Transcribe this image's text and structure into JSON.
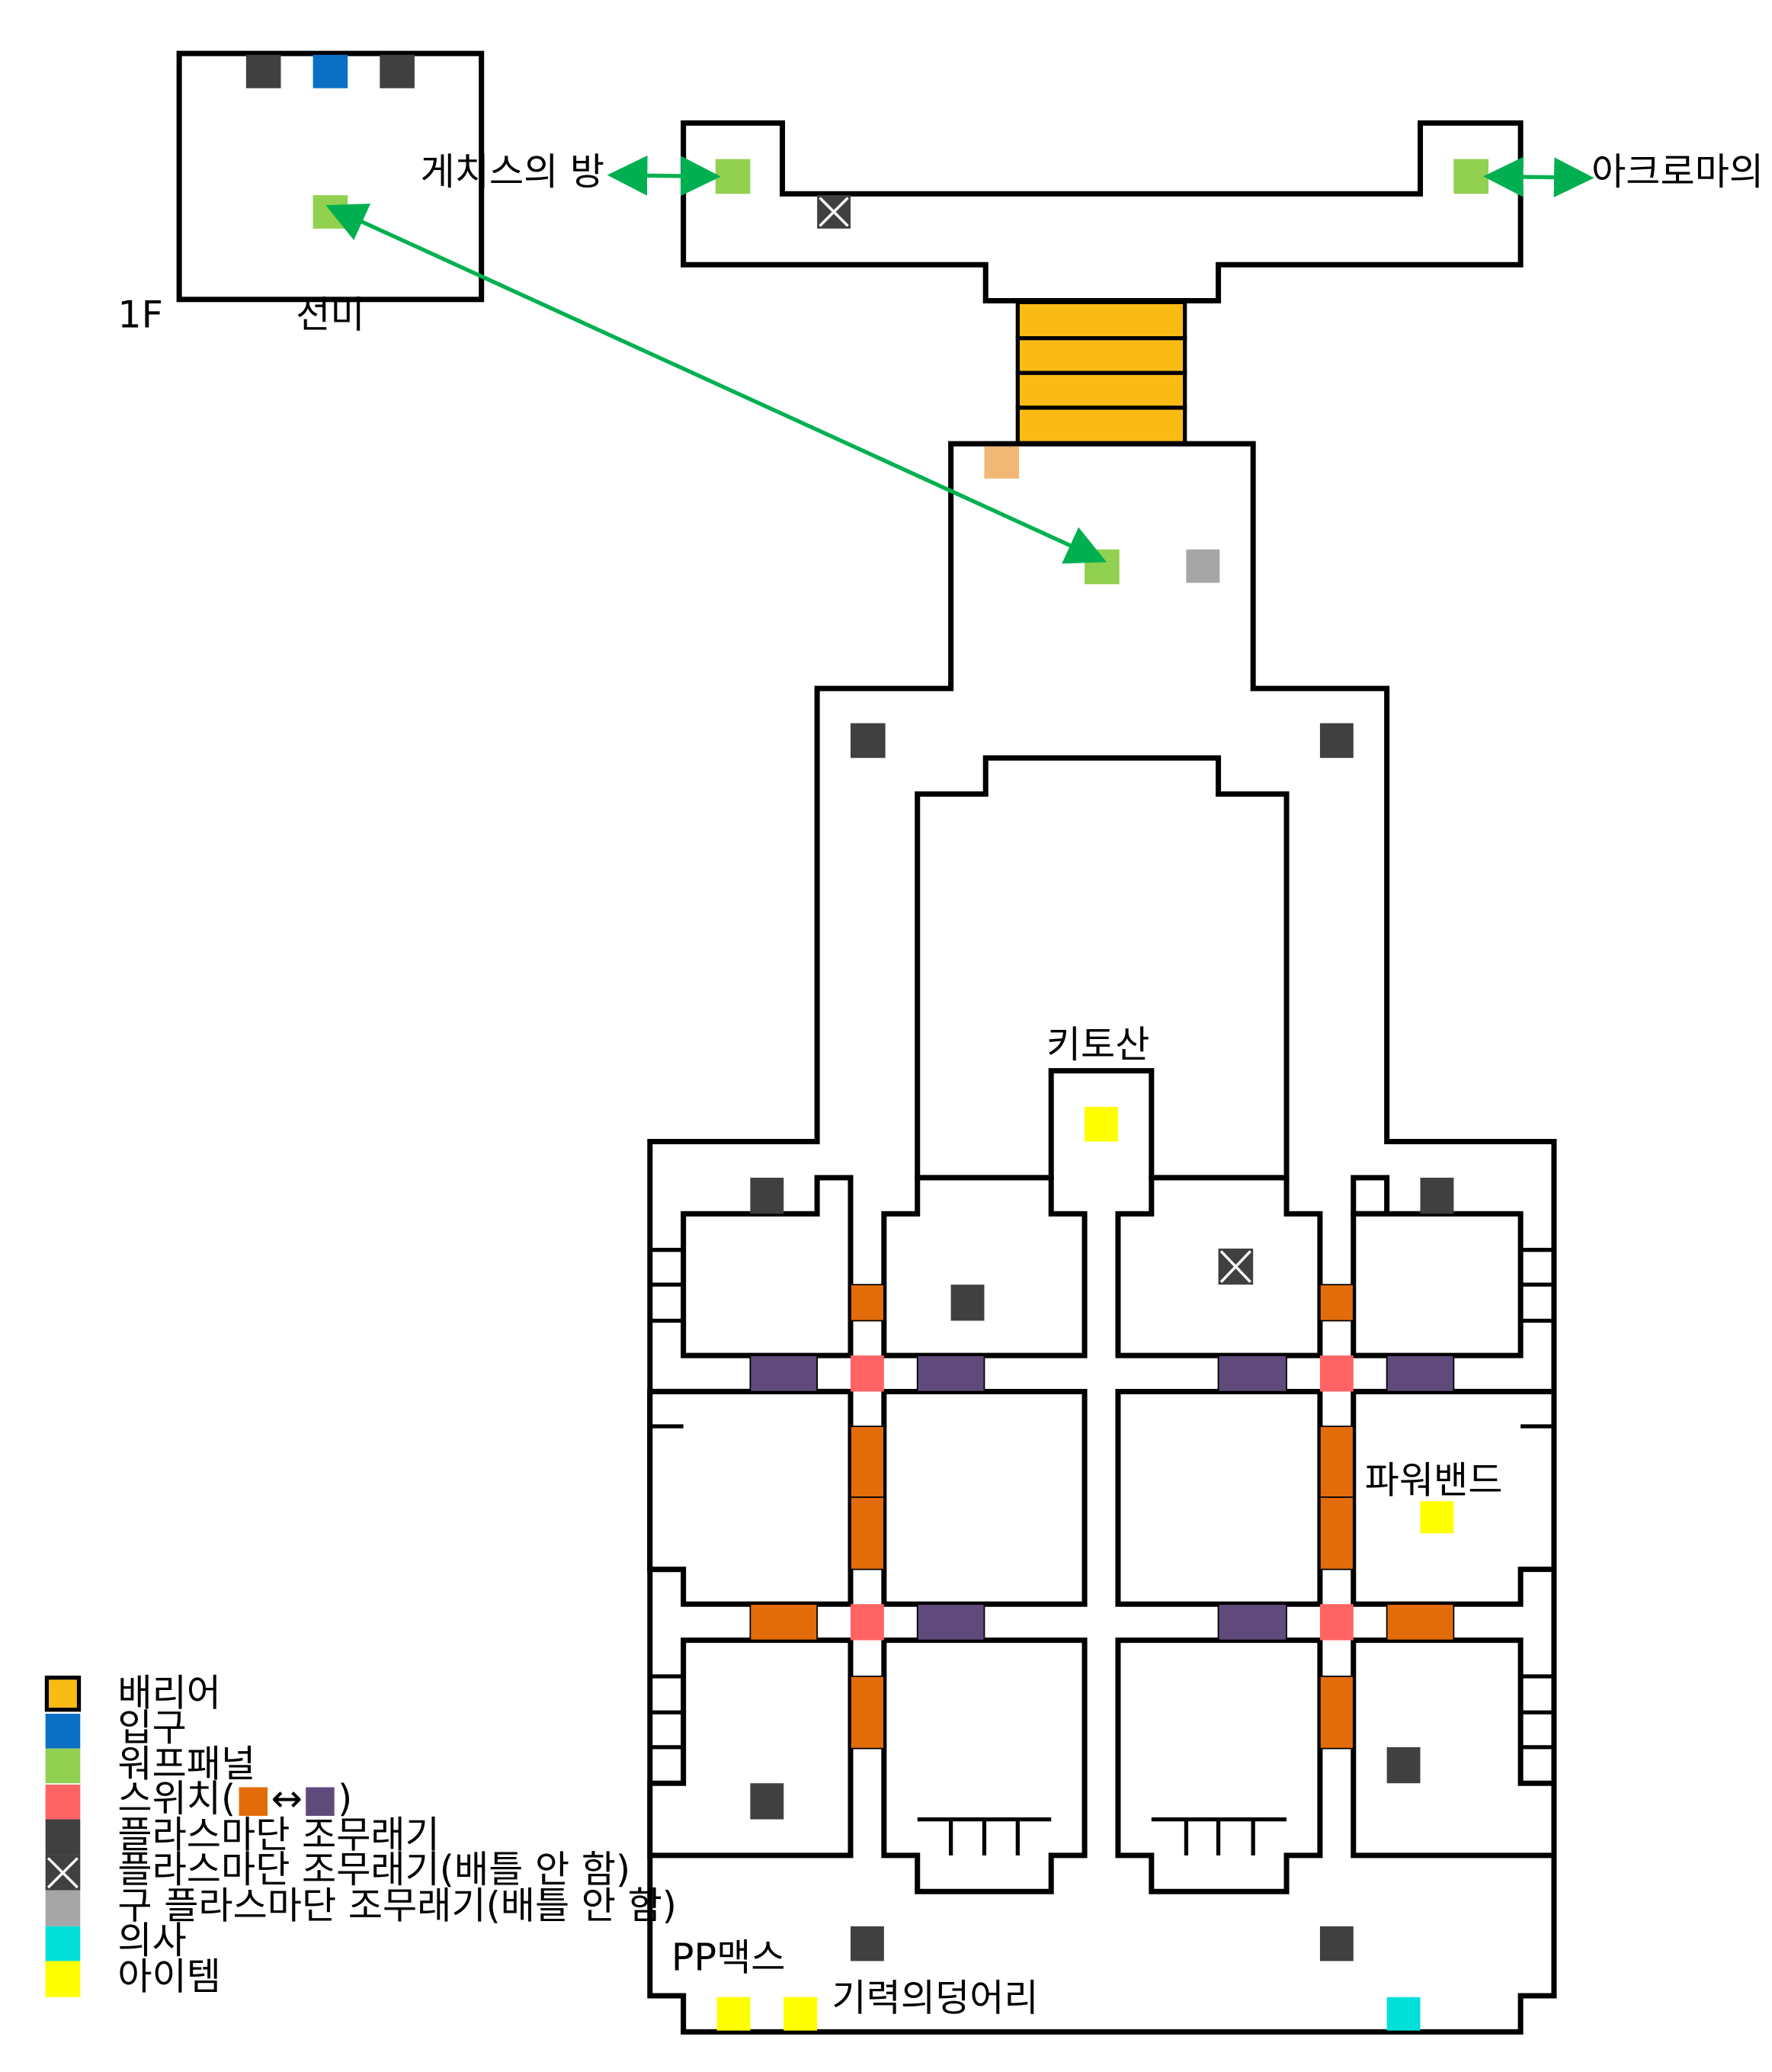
{
  "floor_label": "1F",
  "room_labels": {
    "senmi": "선미",
    "getsis_room": "게치스의 방",
    "acroma_room": "아크로마의 방",
    "chitosan": "키토산",
    "power_band": "파워밴드",
    "pp_max": "PP맥스",
    "lump_of_energy": "기력의덩어리"
  },
  "legend": {
    "items": [
      {
        "key": "barrier",
        "label": "배리어",
        "color": "#fbbb15"
      },
      {
        "key": "entrance",
        "label": "입구",
        "color": "#0b70c4"
      },
      {
        "key": "warp",
        "label": "워프패널",
        "color": "#92d050"
      },
      {
        "key": "switch",
        "label": "스위치(",
        "suffix": ")",
        "arrow": "↔",
        "color": "#ff6363"
      },
      {
        "key": "grunt",
        "label": "플라스마단 조무래기",
        "color": "#404040"
      },
      {
        "key": "grunt_nobattle",
        "label": "플라스마단 조무래기(배틀 안 함)",
        "color": "#404040"
      },
      {
        "key": "old_grunt",
        "label": "구 플라스마단 조무래기(배틀 안 함)",
        "color": "#a6a6a6"
      },
      {
        "key": "doctor",
        "label": "의사",
        "color": "#00e0d8"
      },
      {
        "key": "item",
        "label": "아이템",
        "color": "#ffff00"
      }
    ]
  },
  "colors": {
    "barrier": "#fbbb15",
    "entrance": "#0b70c4",
    "warp": "#92d050",
    "switch": "#ff6363",
    "grunt": "#404040",
    "old_grunt": "#a6a6a6",
    "doctor": "#00e0d8",
    "item": "#ffff00",
    "gate_orange": "#e36c0a",
    "gate_purple": "#604a7b",
    "npc_tan": "#f0b874",
    "warp_arrow": "#00b050"
  }
}
